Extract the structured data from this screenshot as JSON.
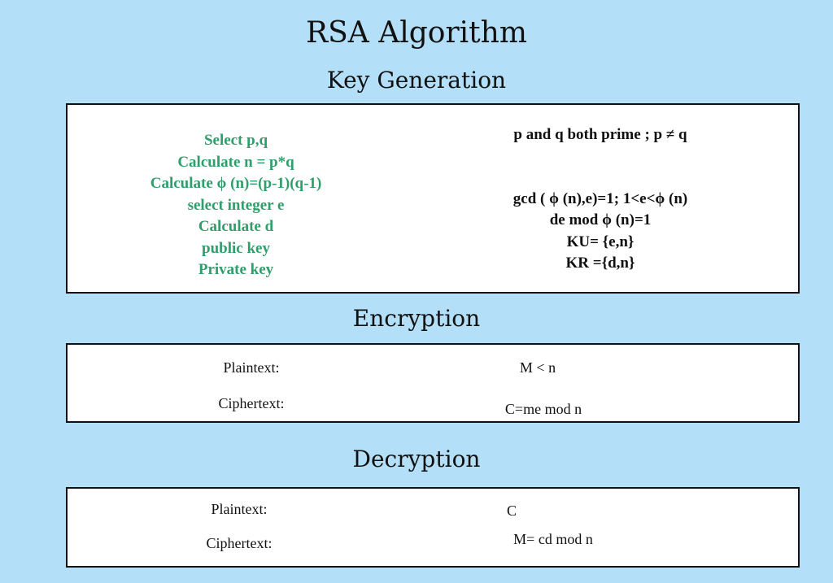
{
  "title": "RSA Algorithm",
  "key_generation": {
    "heading": "Key Generation",
    "steps": [
      "Select p,q",
      "Calculate n = p*q",
      "Calculate ϕ (n)=(p-1)(q-1)",
      "select integer e",
      "Calculate d",
      "public key",
      "Private key"
    ],
    "conditions": [
      "p and q both prime ; p ≠ q",
      "gcd ( ϕ (n),e)=1; 1<e<ϕ (n)",
      "de mod ϕ (n)=1",
      "KU=  {e,n}",
      "KR ={d,n}"
    ]
  },
  "encryption": {
    "heading": "Encryption",
    "plaintext_label": "Plaintext:",
    "plaintext_value": "M < n",
    "ciphertext_label": "Ciphertext:",
    "ciphertext_value": "C=me mod n"
  },
  "decryption": {
    "heading": "Decryption",
    "plaintext_label": "Plaintext:",
    "plaintext_value": "C",
    "ciphertext_label": "Ciphertext:",
    "ciphertext_value": "M= cd mod n"
  }
}
